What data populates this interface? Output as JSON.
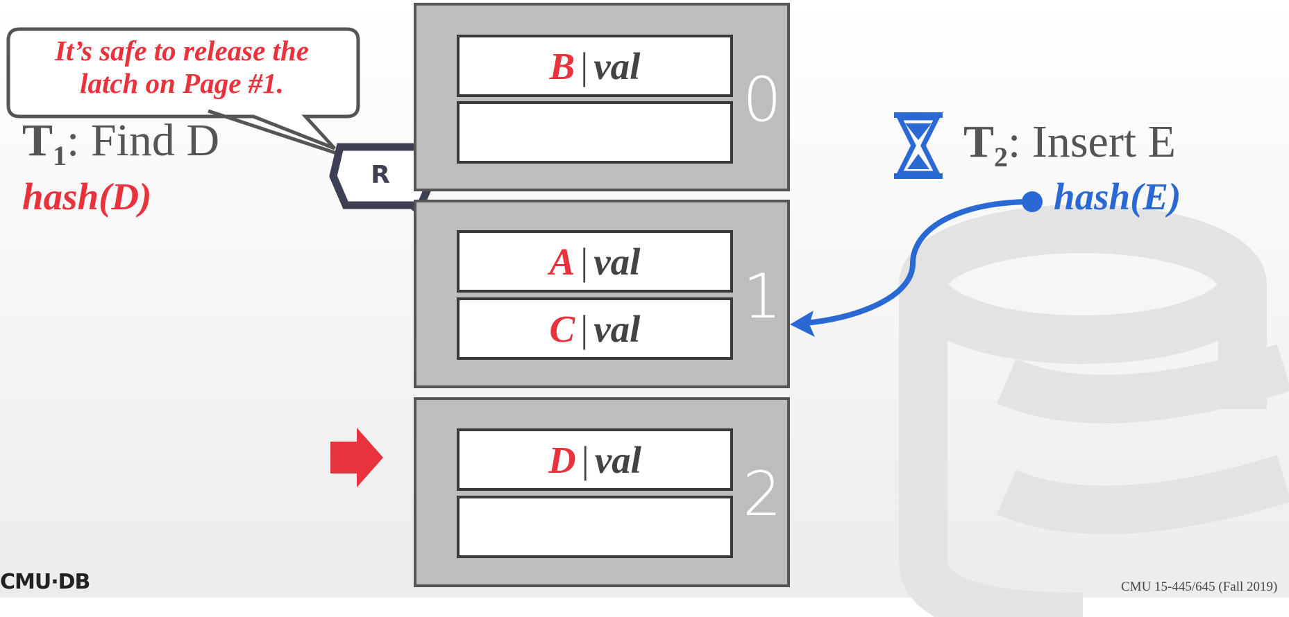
{
  "callout": {
    "line1": "It’s safe to release the",
    "line2": "latch on Page #1."
  },
  "t1": {
    "prefix": "T",
    "sub": "1",
    "rest": ": Find D",
    "hash": "hash(D)"
  },
  "t2": {
    "prefix": "T",
    "sub": "2",
    "rest": ": Insert E",
    "hash": "hash(E)"
  },
  "latch_label": "R",
  "pages": [
    {
      "number": "0",
      "slots": [
        {
          "key": "B",
          "value": "val"
        },
        {
          "key": "",
          "value": ""
        }
      ]
    },
    {
      "number": "1",
      "slots": [
        {
          "key": "A",
          "value": "val"
        },
        {
          "key": "C",
          "value": "val"
        }
      ]
    },
    {
      "number": "2",
      "slots": [
        {
          "key": "D",
          "value": "val"
        },
        {
          "key": "",
          "value": ""
        }
      ]
    }
  ],
  "footer": {
    "logo": "CMU·DB",
    "course": "CMU 15-445/645 (Fall 2019)"
  },
  "colors": {
    "red": "#e8323c",
    "blue": "#2a69d4",
    "page": "#bdbdbd",
    "dark": "#3d3f52"
  }
}
